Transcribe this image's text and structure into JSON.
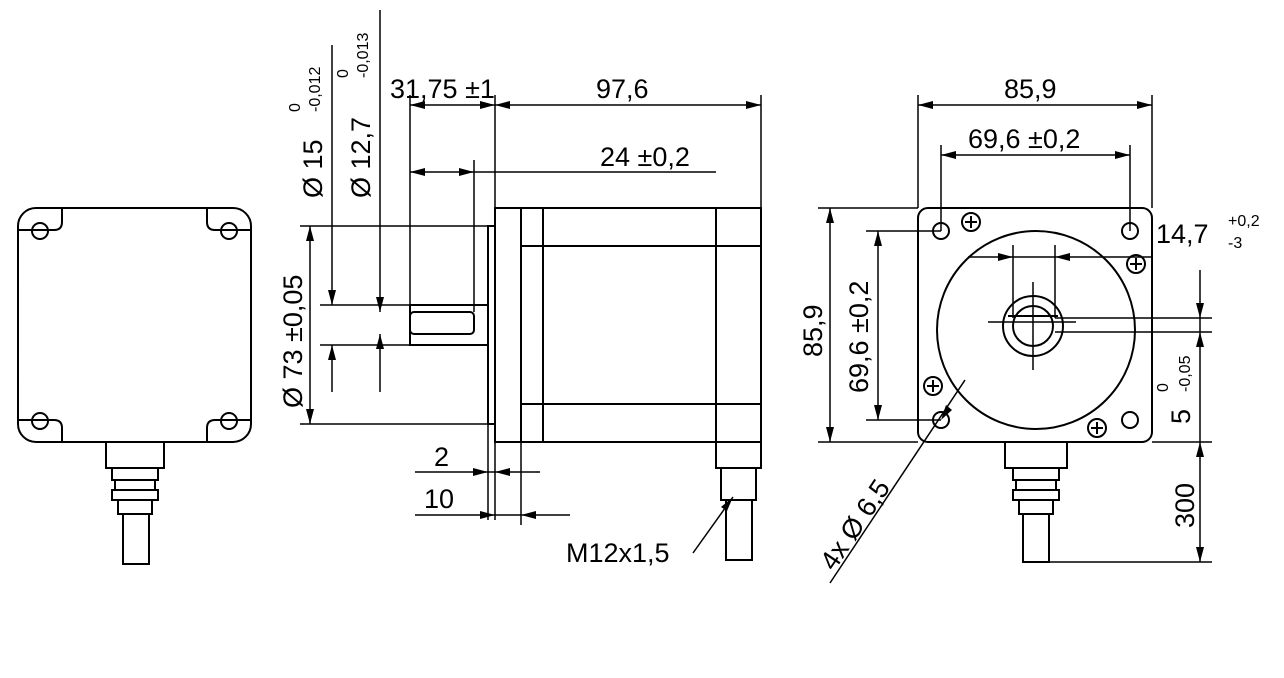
{
  "dimensions": {
    "shaft_diameter": "Ø 15",
    "shaft_diameter_tol_upper": "0",
    "shaft_diameter_tol_lower": "-0,012",
    "shaft_flat": "Ø 12,7",
    "shaft_flat_tol_upper": "0",
    "shaft_flat_tol_lower": "-0,013",
    "shaft_length": "31,75 ±1",
    "body_length": "97,6",
    "flat_length": "24 ±0,2",
    "pilot_diameter": "Ø 73 ±0,05",
    "pilot_depth": "2",
    "flange_thickness": "10",
    "cable_gland": "M12x1,5",
    "flange_width_horizontal": "85,9",
    "hole_pitch_horizontal": "69,6 ±0,2",
    "flange_width_vertical": "85,9",
    "hole_pitch_vertical": "69,6 ±0,2",
    "flat_offset": "14,7",
    "flat_offset_tol_upper": "+0,2",
    "flat_offset_tol_lower": "-3",
    "flat_depth": "5",
    "flat_depth_tol_upper": "0",
    "flat_depth_tol_lower": "-0,05",
    "mounting_holes": "4x Ø 6,5",
    "cable_length": "300"
  }
}
